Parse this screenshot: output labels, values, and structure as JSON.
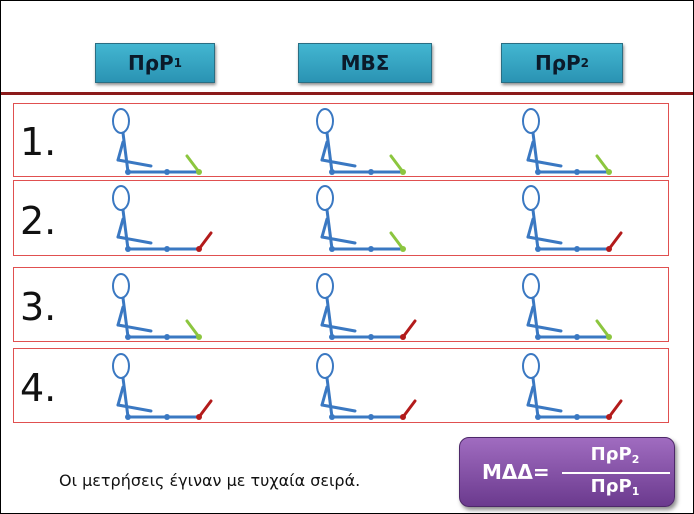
{
  "headers": [
    {
      "base": "ΠρΡ",
      "sub": "1"
    },
    {
      "base": "ΜΒΣ",
      "sub": ""
    },
    {
      "base": "ΠρΡ",
      "sub": "2"
    }
  ],
  "rows": [
    {
      "label": "1.",
      "states": [
        "green",
        "green",
        "green"
      ]
    },
    {
      "label": "2.",
      "states": [
        "red",
        "green",
        "red"
      ]
    },
    {
      "label": "3.",
      "states": [
        "green",
        "red",
        "green"
      ]
    },
    {
      "label": "4.",
      "states": [
        "red",
        "red",
        "red"
      ]
    }
  ],
  "colors": {
    "green": "#8cc63f",
    "red": "#b31b1b",
    "figure": "#3a78c2"
  },
  "footnote": "Οι μετρήσεις έγιναν με τυχαία σειρά.",
  "formula": {
    "lhs": "ΜΔΔ=",
    "numerator_base": "ΠρΡ",
    "numerator_sub": "2",
    "denominator_base": "ΠρΡ",
    "denominator_sub": "1"
  }
}
